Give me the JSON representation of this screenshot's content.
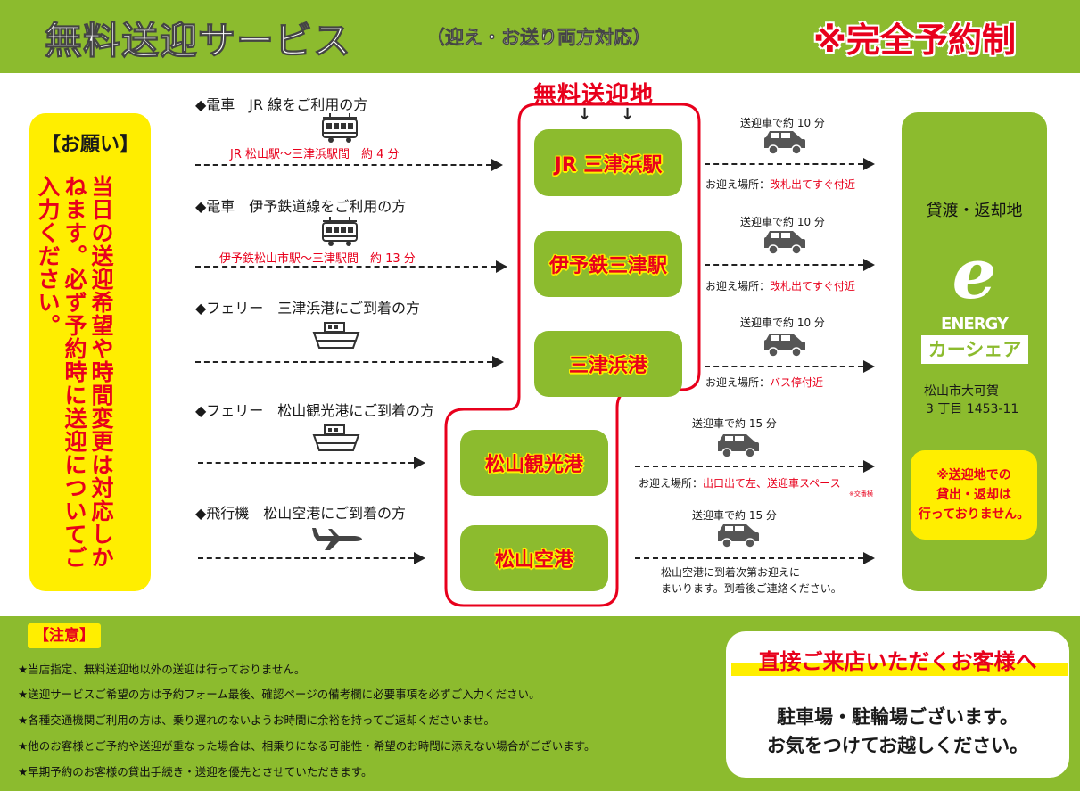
{
  "header": {
    "title": "無料送迎サービス",
    "subtitle": "（迎え・お送り両方対応）",
    "reservation": "※完全予約制"
  },
  "request": {
    "title": "【お願い】",
    "body": "当日の送迎希望や時間変更は対応しかねます。必ず予約時に送迎についてご入力ください。"
  },
  "pickup_title": "無料送迎地",
  "routes": [
    {
      "label": "◆電車　JR 線をご利用の方",
      "section": "JR 松山駅〜三津浜駅間　約 4 分",
      "icon": "train-icon"
    },
    {
      "label": "◆電車　伊予鉄道線をご利用の方",
      "section": "伊予鉄松山市駅〜三津駅間　約 13 分",
      "icon": "train-icon"
    },
    {
      "label": "◆フェリー　三津浜港にご到着の方",
      "section": "",
      "icon": "ferry-icon"
    },
    {
      "label": "◆フェリー　松山観光港にご到着の方",
      "section": "",
      "icon": "ferry-icon"
    },
    {
      "label": "◆飛行機　松山空港にご到着の方",
      "section": "",
      "icon": "airplane-icon"
    }
  ],
  "pickup_points": [
    "JR 三津浜駅",
    "伊予鉄三津駅",
    "三津浜港",
    "松山観光港",
    "松山空港"
  ],
  "shuttle": [
    {
      "time": "送迎車で約 10 分",
      "place_label": "お迎え場所：",
      "place": "改札出てすぐ付近",
      "note": ""
    },
    {
      "time": "送迎車で約 10 分",
      "place_label": "お迎え場所：",
      "place": "改札出てすぐ付近",
      "note": ""
    },
    {
      "time": "送迎車で約 10 分",
      "place_label": "お迎え場所：",
      "place": "バス停付近",
      "note": ""
    },
    {
      "time": "送迎車で約 15 分",
      "place_label": "お迎え場所：",
      "place": "出口出て左、送迎車スペース",
      "note": "※交番横"
    },
    {
      "time": "送迎車で約 15 分",
      "place_label": "",
      "place": "",
      "note": "松山空港に到着次第お迎えに",
      "note2": "まいります。到着後ご連絡ください。"
    }
  ],
  "destination": {
    "title": "貸渡・返却地",
    "logo_letter": "e",
    "logo_name": "ENERGY",
    "logo_sub": "カーシェア",
    "address1": "松山市大可賀",
    "address2": "3 丁目 1453-11",
    "note": "※送迎地での\n貸出・返却は\n行っておりません。"
  },
  "caution": {
    "title": "【注意】",
    "notes": [
      "★当店指定、無料送迎地以外の送迎は行っておりません。",
      "★送迎サービスご希望の方は予約フォーム最後、確認ページの備考欄に必要事項を必ずご入力ください。",
      "★各種交通機関ご利用の方は、乗り遅れのないようお時間に余裕を持ってご返却くださいませ。",
      "★他のお客様とご予約や送迎が重なった場合は、相乗りになる可能性・希望のお時間に添えない場合がございます。",
      "★早期予約のお客様の貸出手続き・送迎を優先とさせていただきます。"
    ]
  },
  "visit": {
    "title": "直接ご来店いただくお客様へ",
    "line1": "駐車場・駐輪場ございます。",
    "line2": "お気をつけてお越しください。"
  },
  "colors": {
    "green": "#8cbb2e",
    "yellow": "#ffee00",
    "red": "#e8001c"
  }
}
